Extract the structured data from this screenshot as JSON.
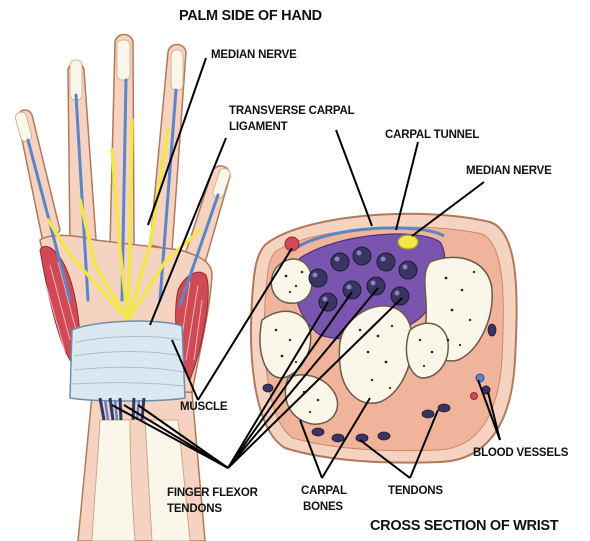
{
  "titles": {
    "palm_side": "PALM SIDE OF HAND",
    "cross_section": "CROSS SECTION OF WRIST"
  },
  "labels": {
    "median_nerve_hand": "MEDIAN NERVE",
    "transverse_carpal_1": "TRANSVERSE CARPAL",
    "transverse_carpal_2": "LIGAMENT",
    "carpal_tunnel": "CARPAL TUNNEL",
    "median_nerve_cross": "MEDIAN NERVE",
    "muscle": "MUSCLE",
    "finger_flexor_1": "FINGER FLEXOR",
    "finger_flexor_2": "TENDONS",
    "carpal_bones_1": "CARPAL",
    "carpal_bones_2": "BONES",
    "tendons": "TENDONS",
    "blood_vessels": "BLOOD VESSELS"
  },
  "colors": {
    "skin": "#f6d3c0",
    "skin_outline": "#b07a5a",
    "bone": "#fbf6ea",
    "nerve": "#f2e64a",
    "vessel": "#5a86c8",
    "muscle": "#cf4a55",
    "ligament": "#dbe8f2",
    "tendon": "#3a3560",
    "tissue_purple": "#7a55b0",
    "flesh": "#f0b49a"
  }
}
